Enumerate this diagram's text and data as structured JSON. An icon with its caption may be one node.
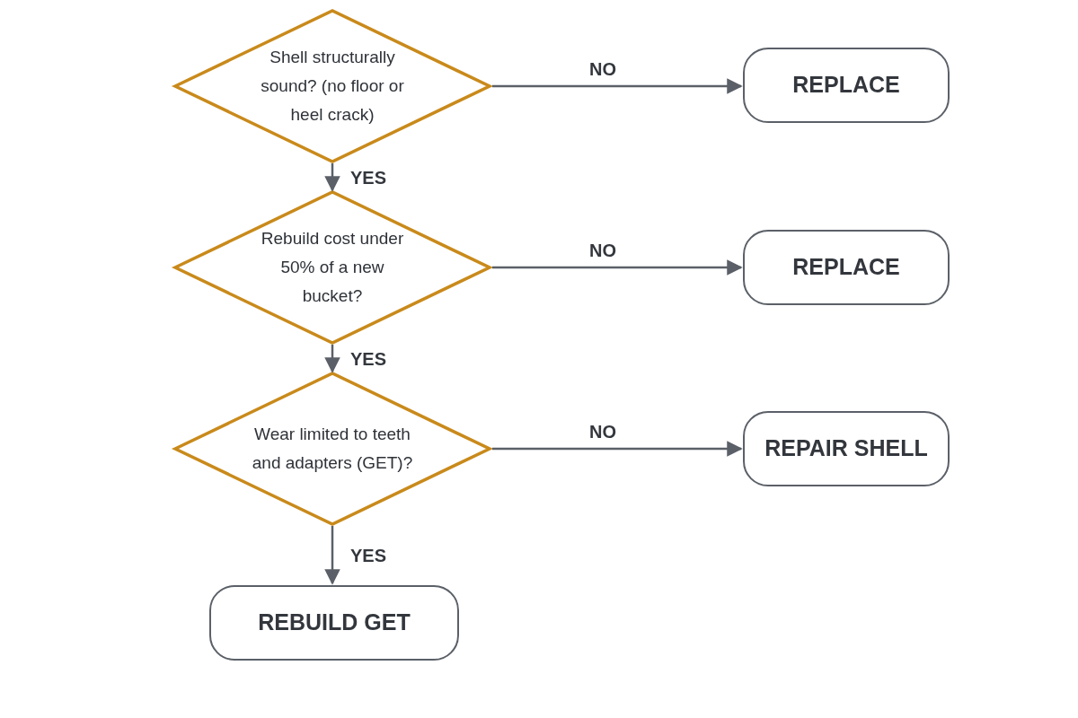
{
  "diagram": {
    "nodes": [
      {
        "text": [
          "Shell structurally sound? (no floor or heel crack)"
        ]
      },
      {
        "text": [
          "REPLACE"
        ]
      },
      {
        "text": [
          "Rebuild cost under 50% of a new bucket?"
        ]
      },
      {
        "text": [
          "REPLACE"
        ]
      },
      {
        "text": [
          "Wear limited to teeth and adapters (GET)?"
        ]
      },
      {
        "text": [
          "REPAIR SHELL"
        ]
      },
      {
        "text": [
          "REBUILD GET"
        ]
      }
    ],
    "edges": [
      {
        "from": 0,
        "to": 1,
        "arrow": "to",
        "label": "NO"
      },
      {
        "from": 0,
        "to": 2,
        "arrow": "to",
        "label": "YES"
      },
      {
        "from": 2,
        "to": 3,
        "arrow": "to",
        "label": "NO"
      },
      {
        "from": 2,
        "to": 4,
        "arrow": "to",
        "label": "YES"
      },
      {
        "from": 4,
        "to": 5,
        "arrow": "to",
        "label": "NO"
      },
      {
        "from": 4,
        "to": 6,
        "arrow": "to",
        "label": "YES"
      }
    ]
  }
}
